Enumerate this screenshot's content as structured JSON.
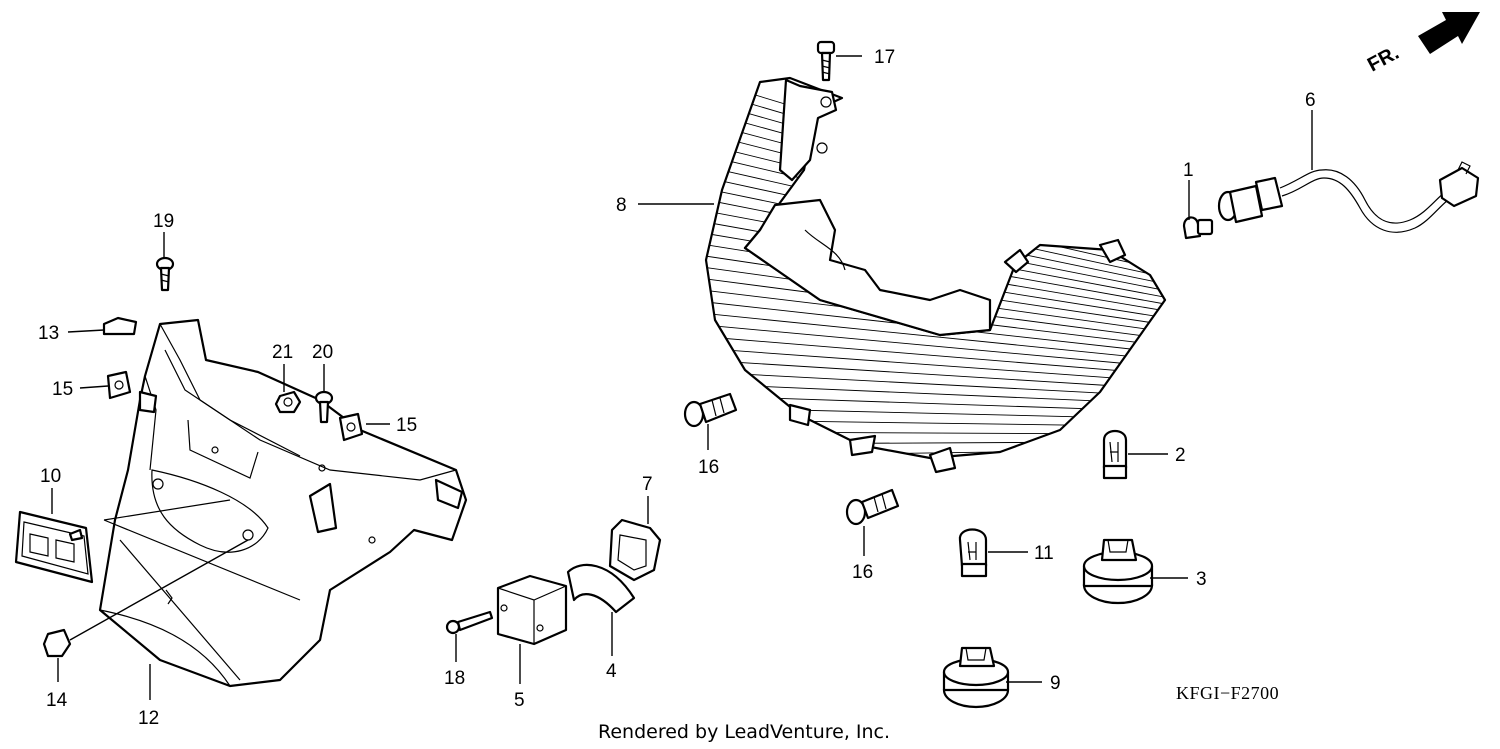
{
  "diagram": {
    "direction_label": "FR.",
    "diagram_code": "KFGI−F2700",
    "credit": "Rendered by LeadVenture, Inc.",
    "callouts": {
      "p1": "1",
      "p2": "2",
      "p3": "3",
      "p4": "4",
      "p5": "5",
      "p6": "6",
      "p7": "7",
      "p8": "8",
      "p9": "9",
      "p10": "10",
      "p11": "11",
      "p12": "12",
      "p13": "13",
      "p14": "14",
      "p15a": "15",
      "p15b": "15",
      "p16a": "16",
      "p16b": "16",
      "p17": "17",
      "p18": "18",
      "p19": "19",
      "p20": "20",
      "p21": "21"
    }
  }
}
